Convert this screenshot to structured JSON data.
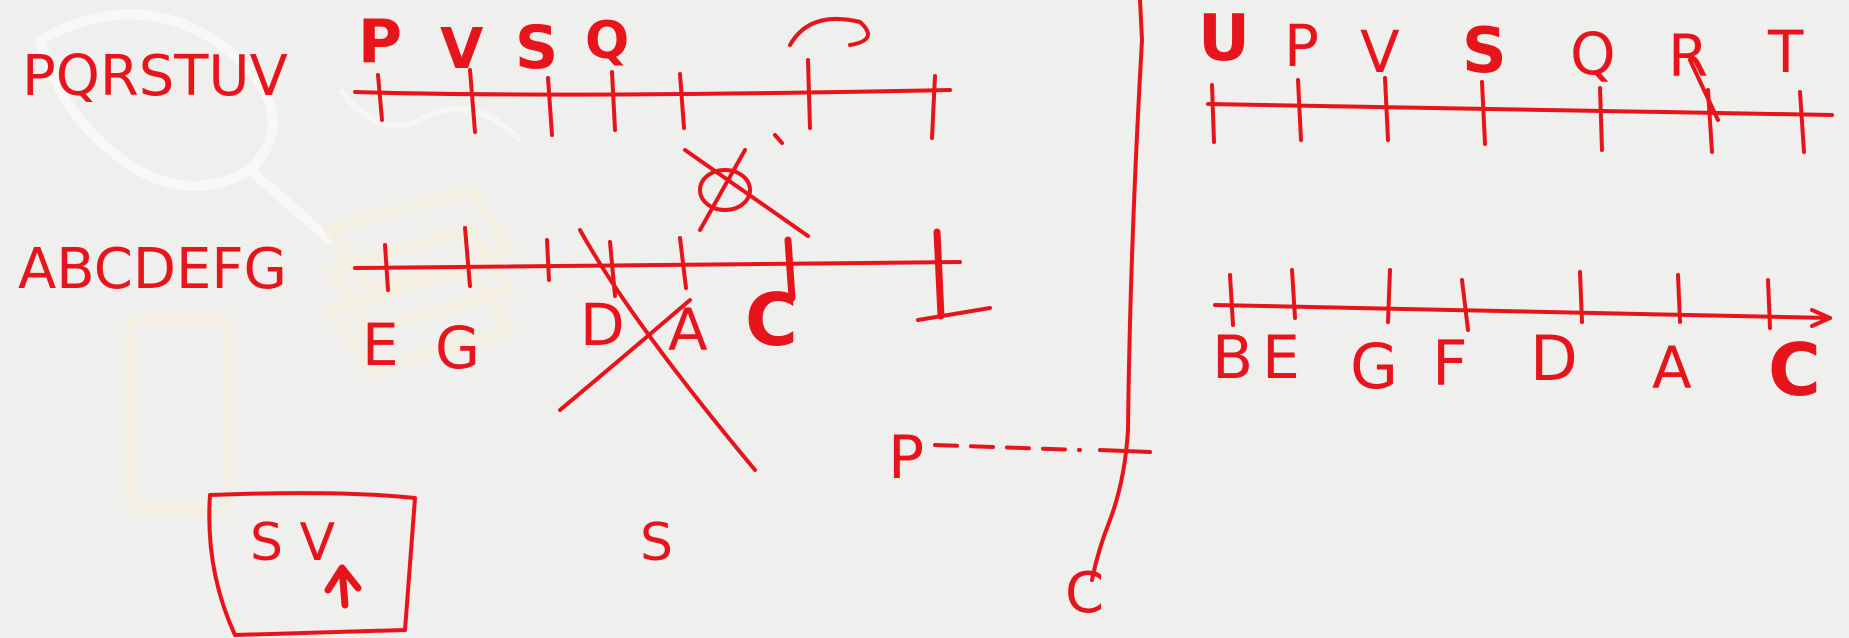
{
  "colors": {
    "background": "#efefed",
    "ink": "#e8141b"
  },
  "left_panel": {
    "top_sequence_label": "PQRSTUV",
    "top_marks": [
      "P",
      "V",
      "S",
      "Q"
    ],
    "bottom_sequence_label": "ABCDEFG",
    "bottom_marks": [
      "E",
      "G",
      "D",
      "A",
      "C"
    ],
    "box_text": "S V",
    "loose_letters": [
      "S",
      "P",
      "C"
    ]
  },
  "right_panel": {
    "top_marks": [
      "U",
      "P",
      "V",
      "S",
      "Q",
      "R",
      "T"
    ],
    "bottom_marks": [
      "B",
      "E",
      "G",
      "F",
      "D",
      "A",
      "C"
    ]
  },
  "icons": {
    "phone": "phone-icon",
    "books": "books-icon",
    "magnifier": "magnifier-icon"
  }
}
